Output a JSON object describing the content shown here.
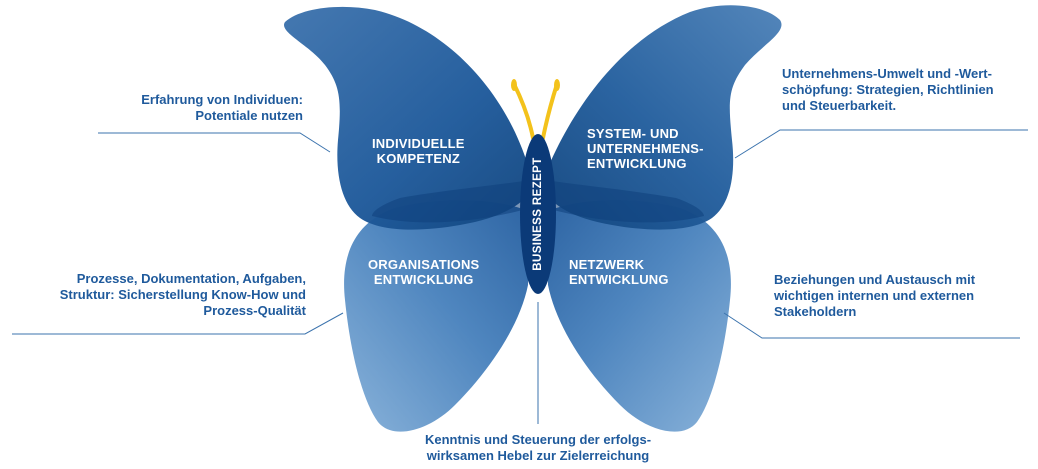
{
  "wings": {
    "top_left": "INDIVIDUELLE\nKOMPETENZ",
    "top_right": "SYSTEM- UND\nUNTERNEHMENS-\nENTWICKLUNG",
    "bottom_left": "ORGANISATIONS\nENTWICKLUNG",
    "bottom_right": "NETZWERK\nENTWICKLUNG"
  },
  "body_label": "BUSINESS REZEPT",
  "annotations": {
    "top_left": "Erfahrung von Individuen:\nPotentiale nutzen",
    "top_right": "Unternehmens-Umwelt und -Wert-\nschöpfung: Strategien, Richtlinien\nund Steuerbarkeit.",
    "bottom_left": "Prozesse, Dokumentation, Aufgaben,\nStruktur: Sicherstellung Know-How und\nProzess-Qualität",
    "bottom_right": "Beziehungen und Austausch mit\nwichtigen internen und externen\nStakeholdern",
    "bottom_center": "Kenntnis und Steuerung der erfolgs-\nwirksamen Hebel zur Zielerreichung"
  },
  "colors": {
    "wing_dark": "#0d3f7e",
    "wing_mid": "#1e5a9a",
    "wing_light": "#6a9bc8",
    "body": "#0b3a78",
    "antenna": "#f3c21b",
    "text_blue": "#1f5a9c",
    "line": "#3b73ad"
  }
}
